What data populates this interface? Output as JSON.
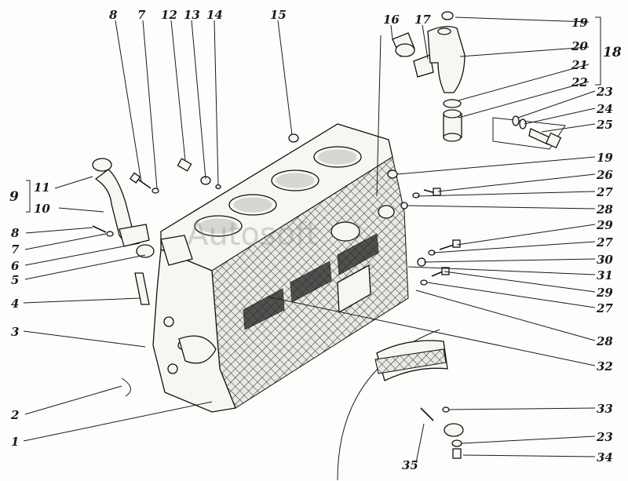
{
  "watermark": "Autosoft",
  "callouts": [
    {
      "id": "c1",
      "label": "1"
    },
    {
      "id": "c2",
      "label": "2"
    },
    {
      "id": "c3",
      "label": "3"
    },
    {
      "id": "c4",
      "label": "4"
    },
    {
      "id": "c5",
      "label": "5"
    },
    {
      "id": "c6",
      "label": "6"
    },
    {
      "id": "c7a",
      "label": "7"
    },
    {
      "id": "c8a",
      "label": "8"
    },
    {
      "id": "c7b",
      "label": "7"
    },
    {
      "id": "c8b",
      "label": "8"
    },
    {
      "id": "c9",
      "label": "9"
    },
    {
      "id": "c10",
      "label": "10"
    },
    {
      "id": "c11",
      "label": "11"
    },
    {
      "id": "c12",
      "label": "12"
    },
    {
      "id": "c13",
      "label": "13"
    },
    {
      "id": "c14",
      "label": "14"
    },
    {
      "id": "c15",
      "label": "15"
    },
    {
      "id": "c16",
      "label": "16"
    },
    {
      "id": "c17",
      "label": "17"
    },
    {
      "id": "c18",
      "label": "18"
    },
    {
      "id": "c19a",
      "label": "19"
    },
    {
      "id": "c20",
      "label": "20"
    },
    {
      "id": "c21",
      "label": "21"
    },
    {
      "id": "c22",
      "label": "22"
    },
    {
      "id": "c23a",
      "label": "23"
    },
    {
      "id": "c24",
      "label": "24"
    },
    {
      "id": "c25",
      "label": "25"
    },
    {
      "id": "c19b",
      "label": "19"
    },
    {
      "id": "c26",
      "label": "26"
    },
    {
      "id": "c27a",
      "label": "27"
    },
    {
      "id": "c28a",
      "label": "28"
    },
    {
      "id": "c29a",
      "label": "29"
    },
    {
      "id": "c27b",
      "label": "27"
    },
    {
      "id": "c30",
      "label": "30"
    },
    {
      "id": "c31",
      "label": "31"
    },
    {
      "id": "c29b",
      "label": "29"
    },
    {
      "id": "c27c",
      "label": "27"
    },
    {
      "id": "c28b",
      "label": "28"
    },
    {
      "id": "c32",
      "label": "32"
    },
    {
      "id": "c33",
      "label": "33"
    },
    {
      "id": "c23b",
      "label": "23"
    },
    {
      "id": "c34",
      "label": "34"
    },
    {
      "id": "c35",
      "label": "35"
    }
  ]
}
